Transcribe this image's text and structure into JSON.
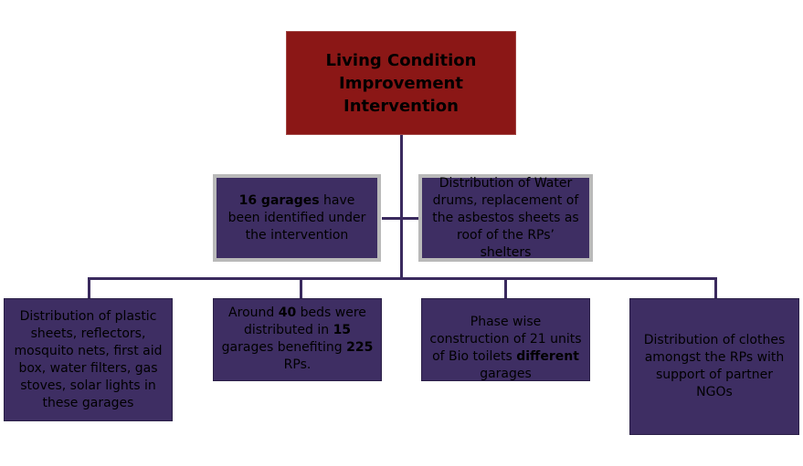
{
  "root": {
    "lines": [
      "Living Condition",
      "Improvement",
      "Intervention"
    ]
  },
  "middle": [
    {
      "parts": [
        {
          "t": "16 garages",
          "b": true
        },
        {
          "t": "  have been identified under the intervention",
          "b": false
        }
      ]
    },
    {
      "parts": [
        {
          "t": "Distribution of Water drums, replacement of the asbestos sheets as roof of the RPs’ shelters",
          "b": false
        }
      ]
    }
  ],
  "leaves": [
    {
      "parts": [
        {
          "t": "Distribution of plastic sheets, reflectors, mosquito nets, first aid box, water filters, gas stoves, solar lights in these garages",
          "b": false
        }
      ]
    },
    {
      "parts": [
        {
          "t": "Around ",
          "b": false
        },
        {
          "t": "40",
          "b": true
        },
        {
          "t": " beds were distributed in ",
          "b": false
        },
        {
          "t": "15",
          "b": true
        },
        {
          "t": " garages benefiting ",
          "b": false
        },
        {
          "t": "225",
          "b": true
        },
        {
          "t": " RPs.",
          "b": false
        }
      ]
    },
    {
      "parts": [
        {
          "t": "Phase wise construction of 21 units of Bio toilets ",
          "b": false
        },
        {
          "t": "different",
          "b": true
        },
        {
          "t": " garages",
          "b": false
        }
      ]
    },
    {
      "parts": [
        {
          "t": "Distribution of clothes amongst the RPs with support of partner NGOs",
          "b": false
        }
      ]
    }
  ],
  "colors": {
    "root_fill": "#8b1716",
    "box_fill": "#3e2e63",
    "connector": "#3a2a5e",
    "mid_border": "#b9b9b9"
  }
}
